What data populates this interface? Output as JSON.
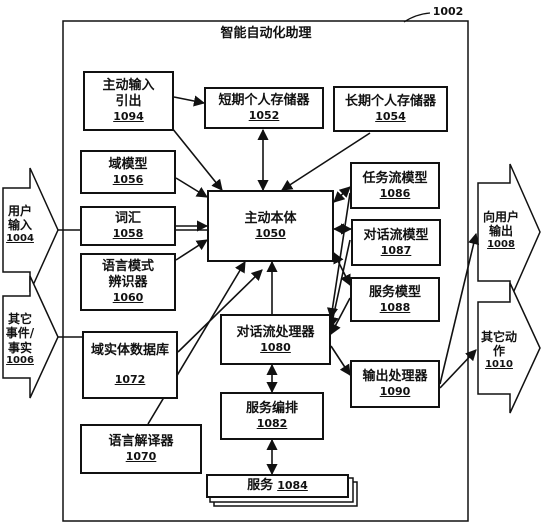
{
  "system": {
    "title": "智能自动化助理",
    "ref": "1002"
  },
  "nodes": {
    "active_io": {
      "label": "主动输入引出",
      "num": "1094"
    },
    "short_term": {
      "label": "短期个人存储器",
      "num": "1052"
    },
    "long_term": {
      "label": "长期个人存储器",
      "num": "1054"
    },
    "domain_models": {
      "label": "域模型",
      "num": "1056"
    },
    "vocabulary": {
      "label": "词汇",
      "num": "1058"
    },
    "lang_pattern": {
      "label": "语言模式辨识器",
      "num": "1060"
    },
    "active_ontology": {
      "label": "主动本体",
      "num": "1050"
    },
    "task_flow": {
      "label": "任务流模型",
      "num": "1086"
    },
    "dialog_flow_model": {
      "label": "对话流模型",
      "num": "1087"
    },
    "service_model": {
      "label": "服务模型",
      "num": "1088"
    },
    "domain_entity_db": {
      "label": "域实体数据库",
      "num": "1072"
    },
    "dialog_flow_processor": {
      "label": "对话流处理器",
      "num": "1080"
    },
    "output_processor": {
      "label": "输出处理器",
      "num": "1090"
    },
    "service_orchestration": {
      "label": "服务编排",
      "num": "1082"
    },
    "language_interpreter": {
      "label": "语言解译器",
      "num": "1070"
    },
    "services": {
      "label": "服务",
      "num": "1084"
    }
  },
  "inputs": [
    {
      "label": "用户输入",
      "num": "1004"
    },
    {
      "label": "其它事件/事实",
      "num": "1006"
    }
  ],
  "outputs": [
    {
      "label": "向用户输出",
      "num": "1008"
    },
    {
      "label": "其它动作",
      "num": "1010"
    }
  ]
}
